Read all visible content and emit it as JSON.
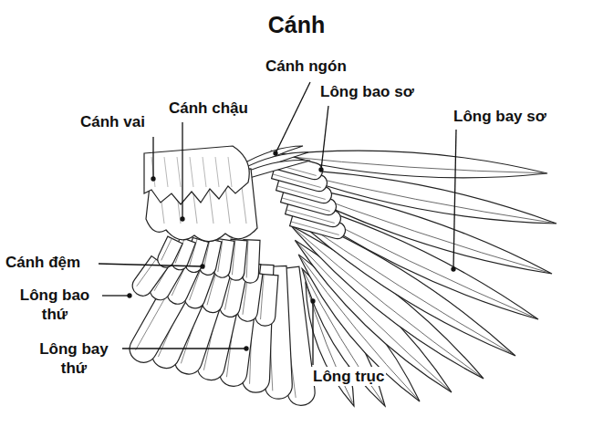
{
  "diagram": {
    "title": "Cánh",
    "labels": [
      "Cánh ngón",
      "Lông bao sơ",
      "Cánh vai",
      "Cánh chậu",
      "Lông bay sơ",
      "Cánh đệm",
      "Lông bao thứ",
      "Lông bay thứ",
      "Lông trục"
    ]
  }
}
